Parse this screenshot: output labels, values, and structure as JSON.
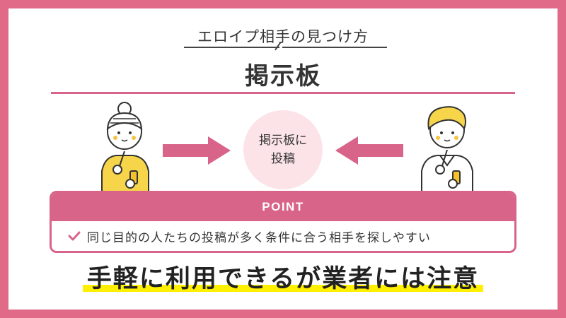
{
  "subtitle": "エロイプ相手の見つけ方",
  "title": "掲示板",
  "bubble": {
    "line1": "掲示板に",
    "line2": "投稿"
  },
  "point": {
    "label": "POINT",
    "text": "同じ目的の人たちの投稿が多く条件に合う相手を探しやすい"
  },
  "caution": "手軽に利用できるが業者には注意",
  "colors": {
    "frame": "#e06a88",
    "accent": "#d9648a",
    "bubble_bg": "#fbe3e8",
    "highlight": "#fff000",
    "shirt_left": "#f7d54a",
    "hair_right": "#f7d54a"
  },
  "icons": [
    "check-icon",
    "arrow-right-icon",
    "arrow-left-icon",
    "phone-icon"
  ]
}
